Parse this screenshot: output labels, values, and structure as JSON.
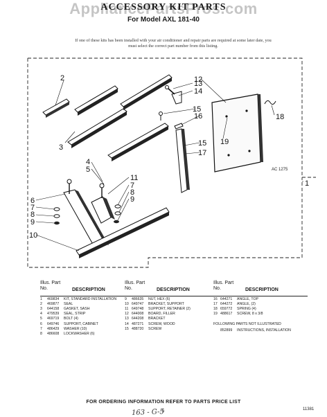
{
  "watermark": "AppliancePartsPros.com",
  "title": {
    "line1": "ACCESSORY KIT PARTS",
    "line2": "For Model AXL  181-40"
  },
  "intro": "If one of these kits has been installed with your air conditioner and repair parts are required at some later date, you must select the correct part number from this listing.",
  "diagram": {
    "callouts": [
      "1",
      "2",
      "3",
      "4",
      "5",
      "6",
      "7",
      "8",
      "9",
      "10",
      "11",
      "7",
      "8",
      "9",
      "12",
      "13",
      "14",
      "15",
      "16",
      "15",
      "17",
      "18",
      "19"
    ],
    "ref_code": "AC 1275"
  },
  "table": {
    "headers": {
      "illus": "Illus.",
      "no": "No.",
      "part": "Part",
      "description": "DESCRIPTION"
    },
    "columns": [
      [
        {
          "no": "1",
          "part": "469834",
          "desc": "KIT, STANDARD INSTALLATION"
        },
        {
          "no": "2",
          "part": "469877",
          "desc": "SEAL"
        },
        {
          "no": "3",
          "part": "644158",
          "desc": "GASKET, SASH"
        },
        {
          "no": "4",
          "part": "479539",
          "desc": "SEAL, STRIP"
        },
        {
          "no": "5",
          "part": "469719",
          "desc": "BOLT (4)"
        },
        {
          "no": "6",
          "part": "649746",
          "desc": "SUPPORT, CABINET"
        },
        {
          "no": "7",
          "part": "486429",
          "desc": "WASHER (10)"
        },
        {
          "no": "8",
          "part": "486608",
          "desc": "LOCKWASHER (6)"
        }
      ],
      [
        {
          "no": "9",
          "part": "486635",
          "desc": "NUT, HEX (6)"
        },
        {
          "no": "10",
          "part": "649747",
          "desc": "BRACKET, SUPPORT"
        },
        {
          "no": "11",
          "part": "649748",
          "desc": "SUPPORT, RETAINER (2)"
        },
        {
          "no": "12",
          "part": "644008",
          "desc": "BOARD, FILLER"
        },
        {
          "no": "13",
          "part": "644208",
          "desc": "BRACKET"
        },
        {
          "no": "14",
          "part": "487271",
          "desc": "SCREW, WOOD"
        },
        {
          "no": "15",
          "part": "488720",
          "desc": "SCREW"
        }
      ],
      [
        {
          "no": "16",
          "part": "644271",
          "desc": "ANGLE, TOP"
        },
        {
          "no": "17",
          "part": "644272",
          "desc": "ANGLE,      (2)"
        },
        {
          "no": "18",
          "part": "659772",
          "desc": "SPRING (4)"
        },
        {
          "no": "19",
          "part": "488617",
          "desc": "SCREW, 8 x 3/8"
        }
      ]
    ],
    "not_illustrated_heading": "FOLLOWING PARTS NOT ILLUSTRATED",
    "not_illustrated": [
      {
        "part": "852899",
        "desc": "INSTRUCTIONS, INSTALLATION"
      }
    ]
  },
  "footer": {
    "ordering": "FOR ORDERING INFORMATION REFER TO PARTS PRICE LIST",
    "page": "5",
    "code": "11381",
    "handwritten": "163 - G-5"
  }
}
